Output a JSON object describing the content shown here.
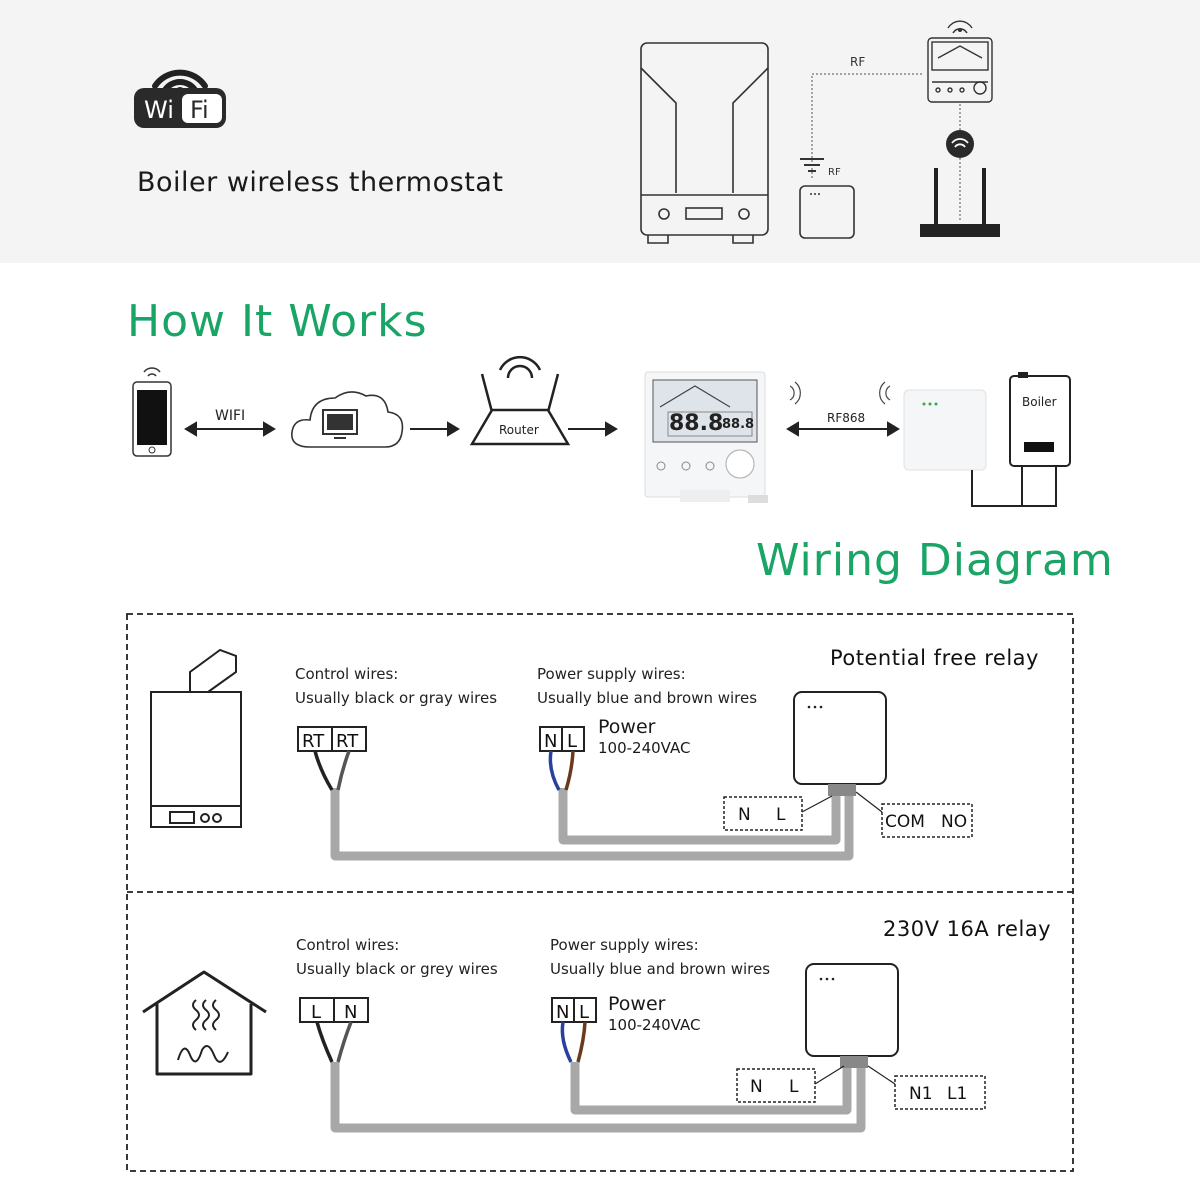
{
  "header": {
    "wifi_logo_left": "Wi",
    "wifi_logo_right": "Fi",
    "title": "Boiler wireless thermostat",
    "rf_label_top": "RF",
    "rf_label_receiver": "RF"
  },
  "how_it_works": {
    "title": "How It Works",
    "wifi_label": "WIFI",
    "router_label": "Router",
    "rf_label": "RF868",
    "boiler_label": "Boiler",
    "display_temp_main": "88.8",
    "display_temp_small": "88.8"
  },
  "wiring": {
    "title": "Wiring Diagram",
    "panel1": {
      "heading": "Potential free relay",
      "control_title": "Control wires:",
      "control_desc": "Usually black or gray wires",
      "power_title": "Power supply wires:",
      "power_desc": "Usually blue and brown wires",
      "control_terminals": [
        "RT",
        "RT"
      ],
      "power_terminals": [
        "N",
        "L"
      ],
      "power_label": "Power",
      "voltage": "100-240VAC",
      "relay_input": [
        "N",
        "L"
      ],
      "relay_output": [
        "COM",
        "NO"
      ]
    },
    "panel2": {
      "heading": "230V  16A  relay",
      "control_title": "Control wires:",
      "control_desc": "Usually black or grey wires",
      "power_title": "Power supply wires:",
      "power_desc": "Usually blue and brown wires",
      "control_terminals": [
        "L",
        "N"
      ],
      "power_terminals": [
        "N",
        "L"
      ],
      "power_label": "Power",
      "voltage": "100-240VAC",
      "relay_input": [
        "N",
        "L"
      ],
      "relay_output": [
        "N1",
        "L1"
      ]
    }
  },
  "colors": {
    "accent_green": "#1aa566",
    "cable_gray": "#a8a8a8",
    "wire_blue": "#2a3fa0",
    "wire_brown": "#6b3a1e"
  }
}
